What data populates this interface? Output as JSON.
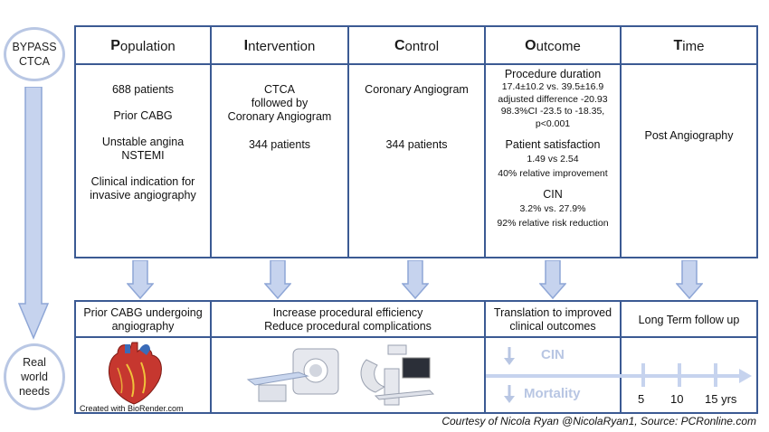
{
  "left": {
    "top_label": "BYPASS\nCTCA",
    "bottom_label": "Real\nworld\nneeds"
  },
  "headers": {
    "population": {
      "initial": "P",
      "rest": "opulation"
    },
    "intervention": {
      "initial": "I",
      "rest": "ntervention"
    },
    "control": {
      "initial": "C",
      "rest": "ontrol"
    },
    "outcome": {
      "initial": "O",
      "rest": "utcome"
    },
    "time": {
      "initial": "T",
      "rest": "ime"
    }
  },
  "population": {
    "line1": "688 patients",
    "line2": "Prior CABG",
    "line3a": "Unstable angina",
    "line3b": "NSTEMI",
    "line4a": "Clinical indication for",
    "line4b": "invasive angiography"
  },
  "intervention": {
    "line1": "CTCA",
    "line2": "followed by",
    "line3": "Coronary Angiogram",
    "line4": "344 patients"
  },
  "control": {
    "line1": "Coronary Angiogram",
    "line2": "344 patients"
  },
  "outcome": {
    "proc_title": "Procedure duration",
    "proc_1": "17.4±10.2 vs. 39.5±16.9",
    "proc_2": "adjusted difference -20.93",
    "proc_3": "98.3%CI -23.5 to -18.35,",
    "proc_4": "p<0.001",
    "sat_title": "Patient satisfaction",
    "sat_1": "1.49 vs 2.54",
    "sat_2": "40% relative improvement",
    "cin_title": "CIN",
    "cin_1": "3.2% vs. 27.9%",
    "cin_2": "92% relative risk reduction"
  },
  "time": {
    "line1": "Post Angiography"
  },
  "bottom": {
    "pop_1": "Prior CABG undergoing",
    "pop_2": "angiography",
    "int_1": "Increase procedural efficiency",
    "int_2": "Reduce procedural complications",
    "out_1": "Translation to improved",
    "out_2": "clinical outcomes",
    "time_1": "Long Term follow up",
    "biorender": "Created with BioRender.com",
    "cin_arrow": "CIN",
    "mortality_arrow": "Mortality",
    "t5": "5",
    "t10": "10",
    "t15": "15 yrs"
  },
  "courtesy": "Courtesy of Nicola Ryan @NicolaRyan1, Source: PCRonline.com",
  "colors": {
    "border": "#3b5a93",
    "arrow_fill": "#c6d3ee",
    "arrow_stroke": "#8ea6d6",
    "faded": "#b8c6e3"
  }
}
